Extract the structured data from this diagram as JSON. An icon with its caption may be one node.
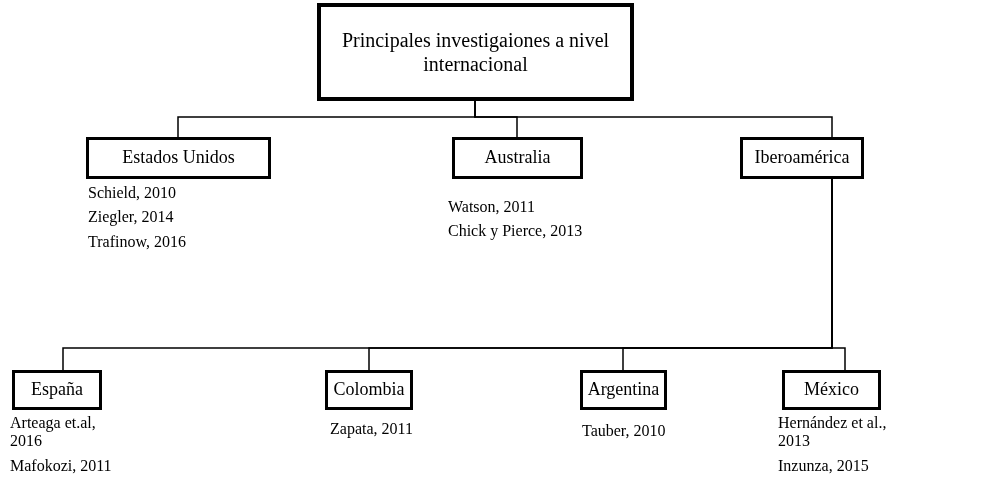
{
  "diagram": {
    "nodes": [
      {
        "text": [
          "Principales investigaiones a nivel internacional"
        ]
      },
      {
        "text": [
          "Estados Unidos"
        ],
        "beside": [
          "Schield, 2010",
          "Ziegler, 2014",
          "Trafinow, 2016"
        ]
      },
      {
        "text": [
          "Australia"
        ],
        "beside": [
          "Watson, 2011",
          "Chick y Pierce, 2013"
        ]
      },
      {
        "text": [
          "Iberoamérica"
        ]
      },
      {
        "text": [
          "España"
        ],
        "beside": [
          "Arteaga et.al, 2016",
          "Mafokozi, 2011"
        ]
      },
      {
        "text": [
          "Colombia"
        ],
        "beside": [
          "Zapata, 2011"
        ]
      },
      {
        "text": [
          "Argentina"
        ],
        "beside": [
          "Tauber, 2010"
        ]
      },
      {
        "text": [
          "México"
        ],
        "beside": [
          "Hernández et al., 2013",
          "Inzunza, 2015"
        ]
      }
    ],
    "edges": [
      {
        "from": 0,
        "to": 1,
        "arrow": "none"
      },
      {
        "from": 0,
        "to": 2,
        "arrow": "none"
      },
      {
        "from": 0,
        "to": 3,
        "arrow": "none"
      },
      {
        "from": 3,
        "to": 4,
        "arrow": "none"
      },
      {
        "from": 3,
        "to": 5,
        "arrow": "none"
      },
      {
        "from": 3,
        "to": 6,
        "arrow": "none"
      },
      {
        "from": 3,
        "to": 7,
        "arrow": "none"
      }
    ]
  }
}
